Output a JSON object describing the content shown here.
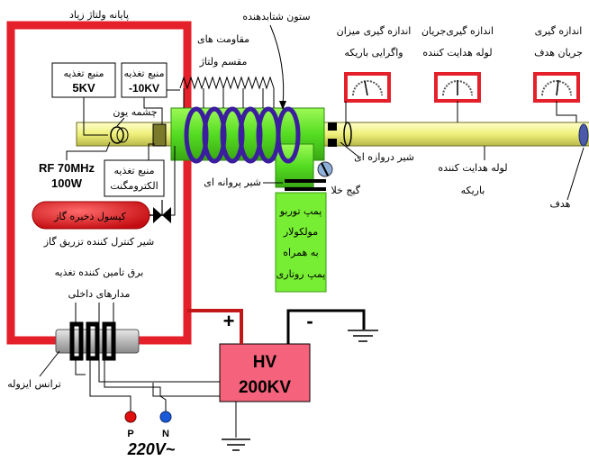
{
  "labels": {
    "hv_terminal": "پایانه ولتاژ زیاد",
    "beam_column": "ستون شتابدهنده",
    "voltage_divider": "مقاومت های\nمقسم ولتاژ",
    "beam_energy_meter": "اندازه گیری میزان\nواگرایی باریکه",
    "tube_current_meter": "اندازه گیری‌جریان\nلوله هدایت کننده",
    "target_current_meter": "اندازه گیری\nجریان هدف",
    "supply_5kv": "منبع تغذیه\n5KV",
    "supply_10kv": "منبع تغذیه\n-10KV",
    "ion_source": "چشمه یون",
    "rf_supply": "RF 70MHz\n100W",
    "em_supply": "منبع تغذیه\nالکترومگنت",
    "gas_capsule": "کپسول ذخیره گاز",
    "gas_valve": "شیر کنترل کننده تزریق گاز",
    "power_supply": "برق تامین کننده تغذیه",
    "internal_circuits": "مدارهای داخلی",
    "isolation_transformer": "ترانس ایزوله",
    "gate_valve": "شیر دروازه ای",
    "vacuum_gauge": "گیج خلا",
    "butterfly_valve": "شیر پروانه ای",
    "beam_tube": "لوله هدایت کننده\nباریکه",
    "target": "هدف",
    "pump": "پمپ توربو\nمولکولار\nبه همراه\nپمپ روتاری",
    "hv_supply": "HV\n200KV",
    "plus": "+",
    "minus": "-",
    "phase_p": "P",
    "phase_n": "N",
    "mains": "220V~"
  },
  "colors": {
    "terminal_frame": "#e4202a",
    "accelerator": "#66ee22",
    "coils": "#3b1e9e",
    "tube": "#ffff99",
    "gas_capsule": "#e8141d",
    "hv_box": "#f4637b",
    "pump_box": "#77ee33",
    "meter_frame": "#e4202a"
  }
}
